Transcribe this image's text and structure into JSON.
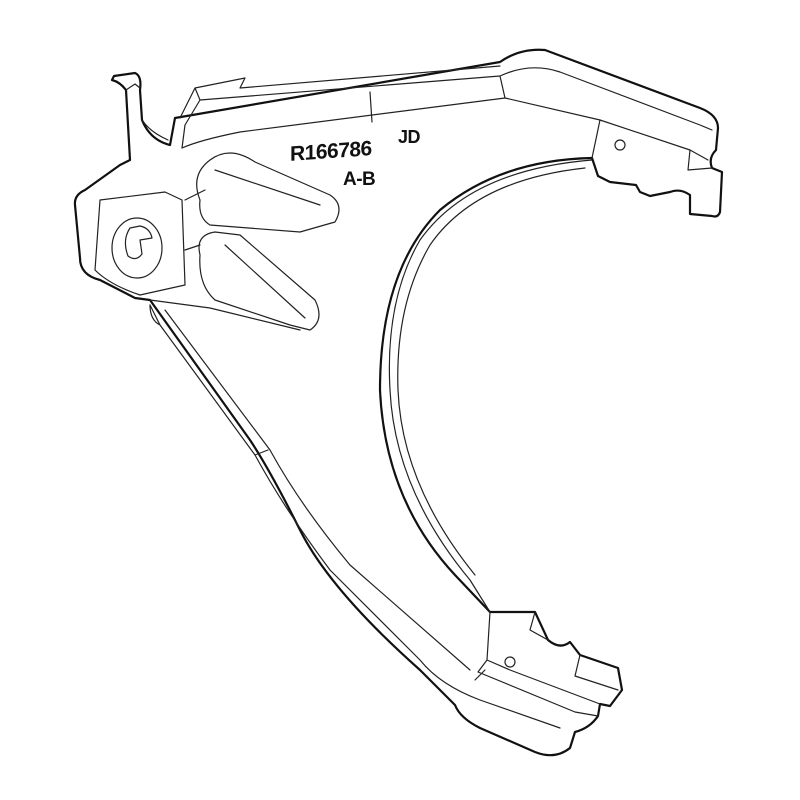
{
  "drawing": {
    "part_number": "R166786",
    "revision_mark": "A-B",
    "manufacturer_mark": "JD",
    "line_color": "#111111",
    "background_color": "#ffffff"
  }
}
